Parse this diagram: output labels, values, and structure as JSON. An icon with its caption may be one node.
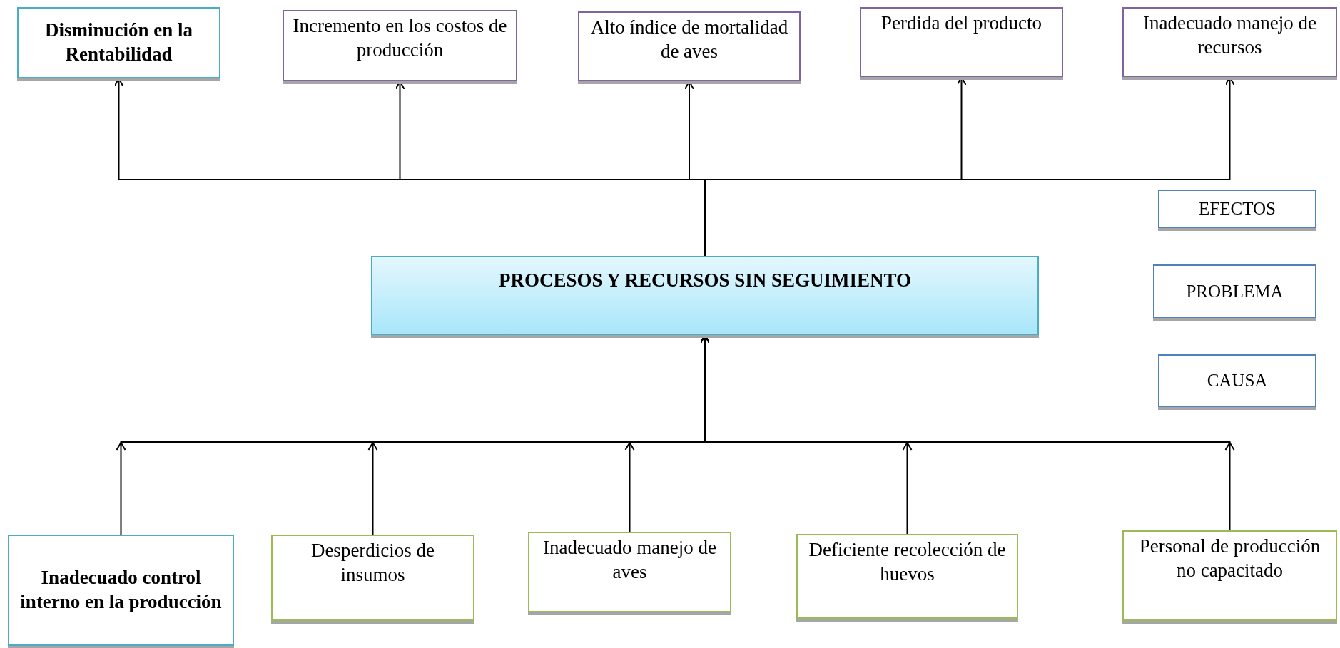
{
  "diagram": {
    "nodes": [
      {
        "text": [
          "Disminución en la Rentabilidad"
        ]
      },
      {
        "text": [
          "Incremento en los costos de producción"
        ]
      },
      {
        "text": [
          "Alto índice de mortalidad de aves"
        ]
      },
      {
        "text": [
          "Perdida del producto"
        ]
      },
      {
        "text": [
          "Inadecuado manejo de recursos"
        ]
      },
      {
        "text": [
          "EFECTOS"
        ]
      },
      {
        "text": [
          "PROCESOS Y RECURSOS SIN SEGUIMIENTO"
        ]
      },
      {
        "text": [
          "PROBLEMA"
        ]
      },
      {
        "text": [
          "CAUSA"
        ]
      },
      {
        "text": [
          "Inadecuado control interno en la producción"
        ]
      },
      {
        "text": [
          "Desperdicios de insumos"
        ]
      },
      {
        "text": [
          "Inadecuado manejo de aves"
        ]
      },
      {
        "text": [
          "Deficiente recolección de huevos"
        ]
      },
      {
        "text": [
          "Personal de producción no capacitado"
        ]
      }
    ],
    "edges": [
      {
        "from": 6,
        "to": 0,
        "arrow": "to"
      },
      {
        "from": 6,
        "to": 1,
        "arrow": "to"
      },
      {
        "from": 6,
        "to": 2,
        "arrow": "to"
      },
      {
        "from": 6,
        "to": 3,
        "arrow": "to"
      },
      {
        "from": 6,
        "to": 4,
        "arrow": "to"
      },
      {
        "from": 9,
        "to": 6,
        "arrow": "to"
      },
      {
        "from": 10,
        "to": 6,
        "arrow": "to"
      },
      {
        "from": 11,
        "to": 6,
        "arrow": "to"
      },
      {
        "from": 12,
        "to": 6,
        "arrow": "to"
      },
      {
        "from": 13,
        "to": 6,
        "arrow": "to"
      }
    ]
  }
}
